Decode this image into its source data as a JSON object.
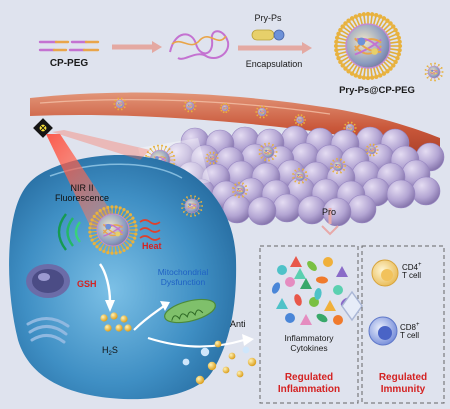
{
  "top_row": {
    "cp_peg": "CP-PEG",
    "pry_ps": "Pry-Ps",
    "encapsulation": "Encapsulation",
    "product": "Pry-Ps@CP-PEG"
  },
  "cell": {
    "nir_fluorescence_line1": "NIR II",
    "nir_fluorescence_line2": "Fluorescence",
    "heat": "Heat",
    "gsh": "GSH",
    "mito_line1": "Mitochondrial",
    "mito_line2": "Dysfunction",
    "h2s_main": "H",
    "h2s_sub": "2",
    "h2s_tail": "S",
    "anti": "Anti"
  },
  "tumor": {
    "pro": "Pro"
  },
  "inflammation_panel": {
    "cytokines_line1": "Inflammatory",
    "cytokines_line2": "Cytokines",
    "title_line1": "Regulated",
    "title_line2": "Inflammation"
  },
  "immunity_panel": {
    "cd4_main": "CD4",
    "cd4_sup": "+",
    "cd4_tail": "T cell",
    "cd8_main": "CD8",
    "cd8_sup": "+",
    "cd8_tail": "T cell",
    "title_line1": "Regulated",
    "title_line2": "Immunity"
  },
  "colors": {
    "background": "#dfe3ee",
    "cell_body": "#2f7fb4",
    "vessel": "#b8462a",
    "tumor_spheres": "#b6a8d3",
    "nanoparticle_gold": "#e2b53a",
    "title_red": "#d42222",
    "label_blue": "#1f62c4",
    "laser_red": "#e3221c"
  }
}
